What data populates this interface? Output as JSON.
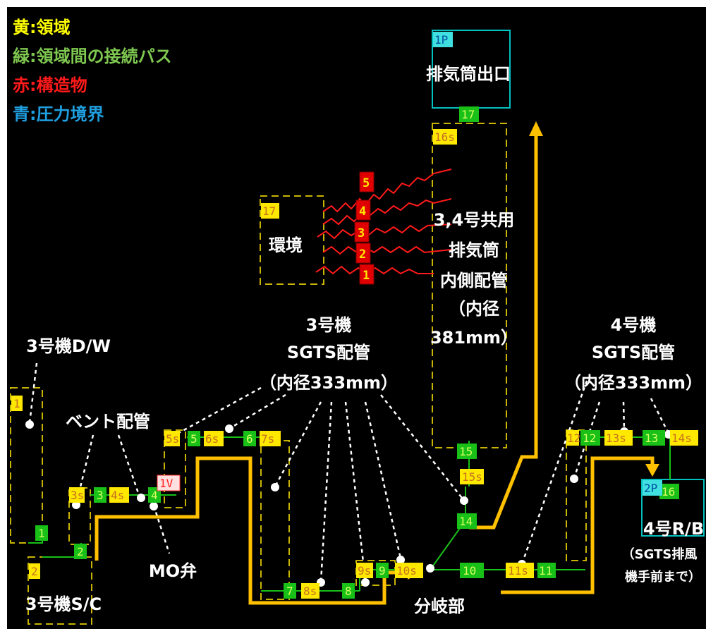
{
  "legend": {
    "yellow": "黄:領域",
    "green": "緑:領域間の接続パス",
    "red": "赤:構造物",
    "blue": "青:圧力境界"
  },
  "colors": {
    "yellow": "#ffff00",
    "green": "#7ec850",
    "red": "#ff1a1a",
    "blue": "#1f9fe0",
    "region_outline": "#c8b400",
    "path_fill": "#18c018",
    "label_fill": "#ffe800",
    "label_text": "#c87020",
    "arrow": "#ffc000",
    "boundary": "#00c0c0",
    "boundary_label": "#40e0e0"
  },
  "annotations": {
    "stack_exit": "排気筒出口",
    "environment": "環境",
    "shared_stack": [
      "3,4号共用",
      "排気筒",
      "内側配管",
      "（内径",
      "381mm）"
    ],
    "unit3_dw": "3号機D/W",
    "vent_pipe": "ベント配管",
    "unit3_sgts": [
      "3号機",
      "SGTS配管",
      "（内径333mm）"
    ],
    "unit4_sgts": [
      "4号機",
      "SGTS配管",
      "（内径333mm）"
    ],
    "mo_valve": "MO弁",
    "unit3_sc": "3号機S/C",
    "branch": "分岐部",
    "unit4_rb": [
      "4号R/B",
      "（SGTS排風",
      "機手前まで）"
    ]
  },
  "region_labels": {
    "r1": "1",
    "r2": "2",
    "r17": "17",
    "r16s": "16s",
    "r15s": "15s",
    "r3s": "3s",
    "r4s": "4s",
    "r5s": "5s",
    "r6s": "6s",
    "r7s": "7s",
    "r8s": "8s",
    "r9s": "9s",
    "r10s": "10s",
    "r11s": "11s",
    "r12": "12",
    "r13s": "13s",
    "r14s": "14s"
  },
  "path_labels": {
    "p1": "1",
    "p2": "2",
    "p3": "3",
    "p4": "4",
    "p5": "5",
    "p6": "6",
    "p7": "7",
    "p8": "8",
    "p9": "9",
    "p10": "10",
    "p11": "11",
    "p12": "12",
    "p13": "13",
    "p14": "14",
    "p15": "15",
    "p16": "16",
    "p17": "17"
  },
  "boundary_labels": {
    "b1p": "1P",
    "b2p": "2P",
    "v1": "1V"
  },
  "structure_labels": [
    "1",
    "2",
    "3",
    "4",
    "5"
  ]
}
